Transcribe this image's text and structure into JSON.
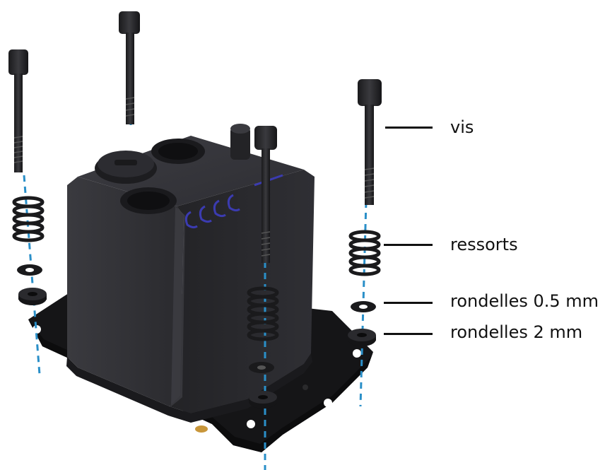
{
  "labels": {
    "screw": "vis",
    "springs": "ressorts",
    "washers_thin": "rondelles 0.5 mm",
    "washers_thick": "rondelles 2 mm"
  },
  "colors": {
    "axis_line": "#2a8fc8",
    "body": "#2b2b2f",
    "body_edge": "#1c1c1f",
    "text": "#111111",
    "logo": "#3b3bb0",
    "brass": "#c8963a"
  }
}
